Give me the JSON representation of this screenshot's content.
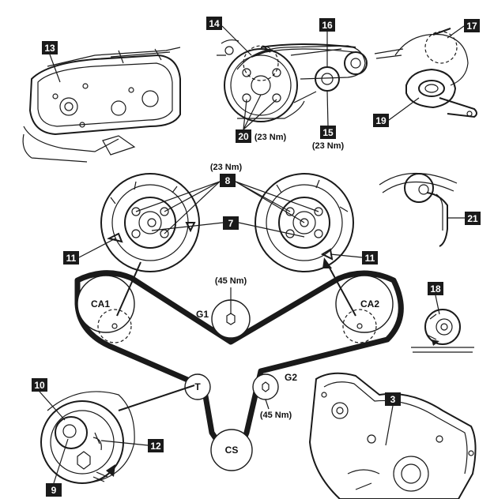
{
  "callouts": {
    "c13": "13",
    "c14": "14",
    "c16": "16",
    "c17": "17",
    "c19": "19",
    "c20": "20",
    "c15": "15",
    "c8": "8",
    "c7": "7",
    "c11a": "11",
    "c11b": "11",
    "c21": "21",
    "c18": "18",
    "c10": "10",
    "c12": "12",
    "c9": "9",
    "c3": "3"
  },
  "torques": {
    "t20": "(23 Nm)",
    "t15": "(23 Nm)",
    "t8": "(23 Nm)",
    "tg1": "(45 Nm)",
    "tg2": "(45 Nm)"
  },
  "pulleys": {
    "ca1": "CA1",
    "ca2": "CA2",
    "g1": "G1",
    "g2": "G2",
    "t": "T",
    "cs": "CS"
  }
}
